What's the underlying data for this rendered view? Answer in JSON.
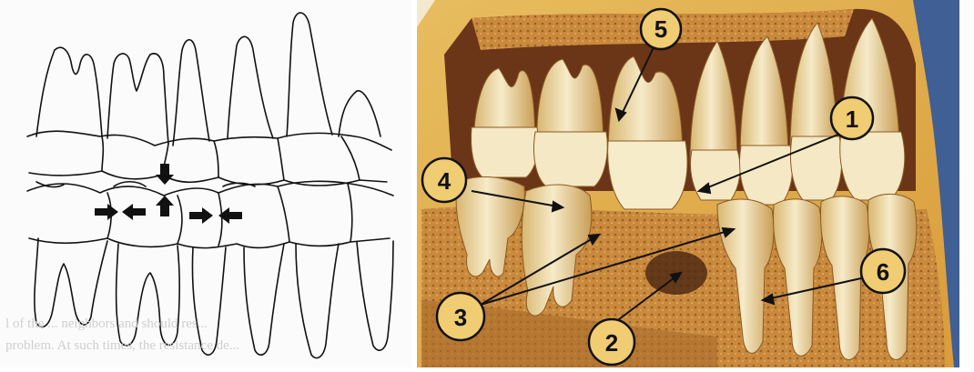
{
  "left_diagram": {
    "caption_lines": [
      "l of the ... neighbors and should res...",
      "problem. At such times, the resistance de..."
    ],
    "arrow_indicators": [
      "down-arrow",
      "up-arrow",
      "right-arrow",
      "left-arrow",
      "right-arrow",
      "left-arrow"
    ]
  },
  "right_illustration": {
    "callouts": [
      {
        "label": "5"
      },
      {
        "label": "1"
      },
      {
        "label": "4"
      },
      {
        "label": "6"
      },
      {
        "label": "3"
      },
      {
        "label": "2"
      }
    ],
    "colors": {
      "background_yellow": "#e3b24c",
      "blue_edge": "#3f5f95",
      "tooth_enamel": "#f4e7c2",
      "gum_dark": "#5a2d14",
      "bone": "#c9873d"
    }
  }
}
